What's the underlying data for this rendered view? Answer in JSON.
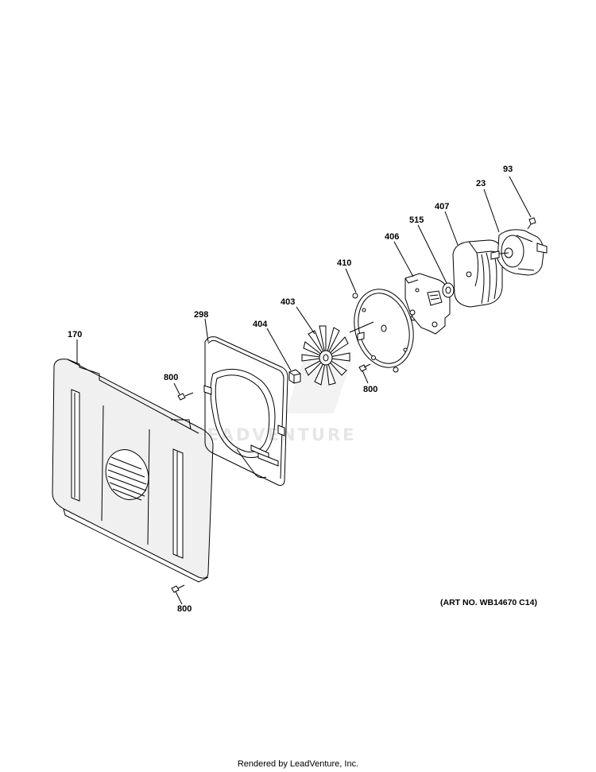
{
  "callouts": {
    "c93": "93",
    "c23": "23",
    "c407": "407",
    "c515": "515",
    "c406": "406",
    "c410": "410",
    "c403": "403",
    "c404": "404",
    "c298": "298",
    "c170": "170",
    "c800a": "800",
    "c800b": "800",
    "c800c": "800"
  },
  "art_number": "(ART NO. WB14670 C14)",
  "footer": "Rendered by LeadVenture, Inc.",
  "watermark": "LEADVENTURE"
}
